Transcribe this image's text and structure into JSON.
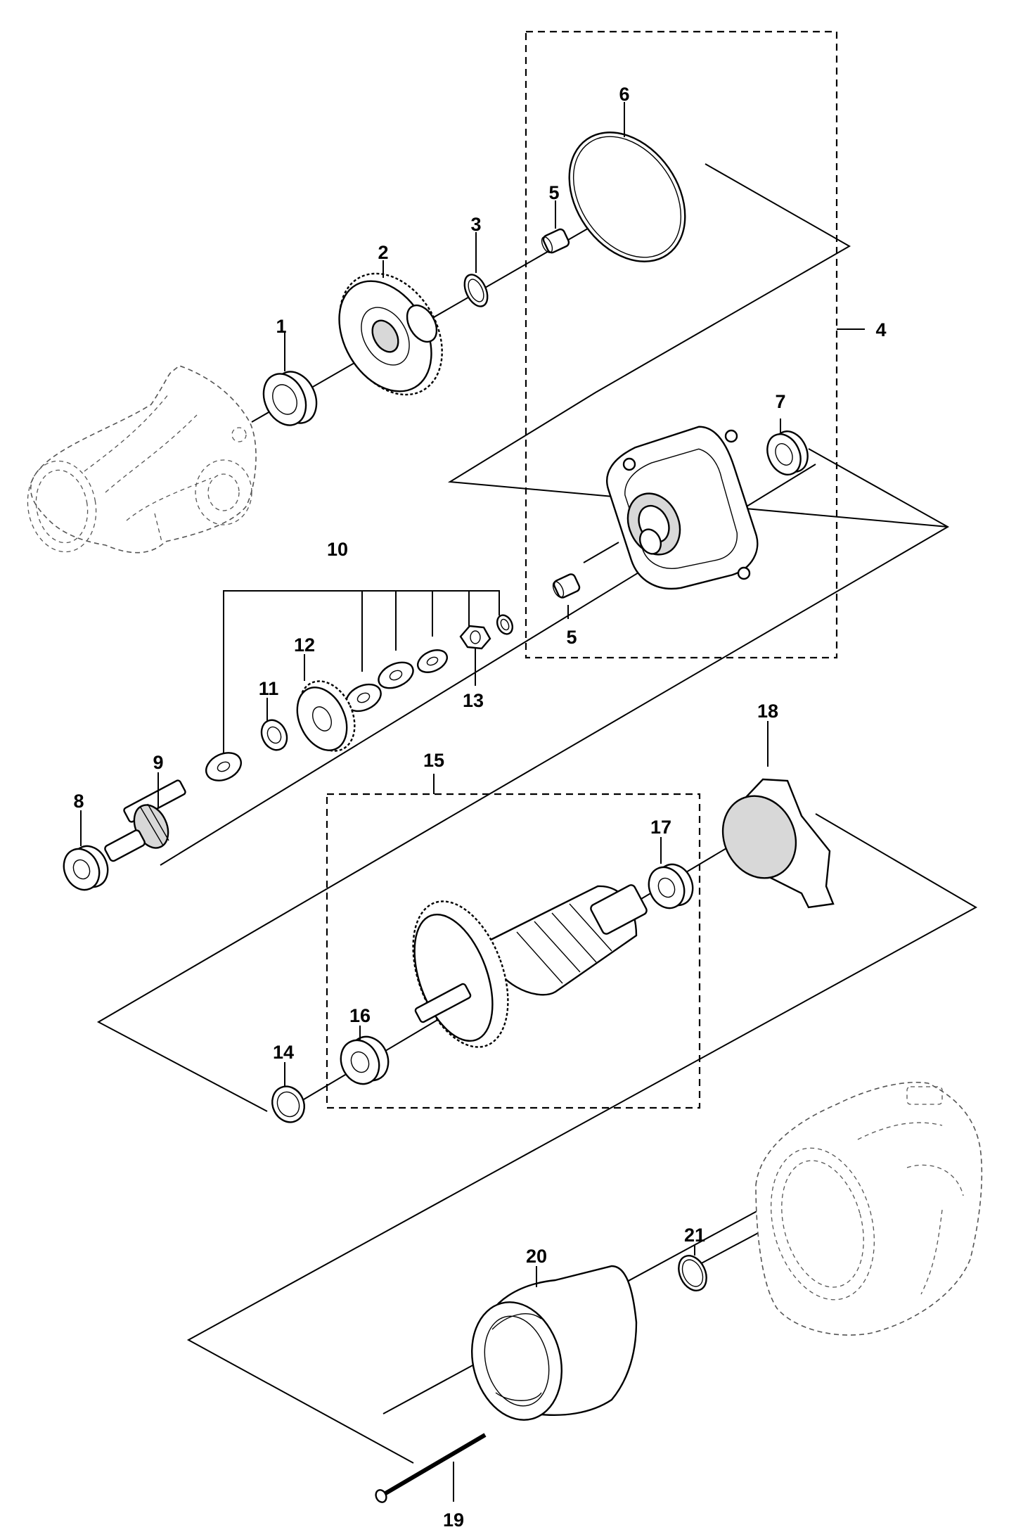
{
  "labels": {
    "l1": "1",
    "l2": "2",
    "l3": "3",
    "l4": "4",
    "l5a": "5",
    "l5b": "5",
    "l6": "6",
    "l7": "7",
    "l8": "8",
    "l9": "9",
    "l10": "10",
    "l11": "11",
    "l12": "12",
    "l13": "13",
    "l14": "14",
    "l15": "15",
    "l16": "16",
    "l17": "17",
    "l18": "18",
    "l19": "19",
    "l20": "20",
    "l21": "21"
  }
}
